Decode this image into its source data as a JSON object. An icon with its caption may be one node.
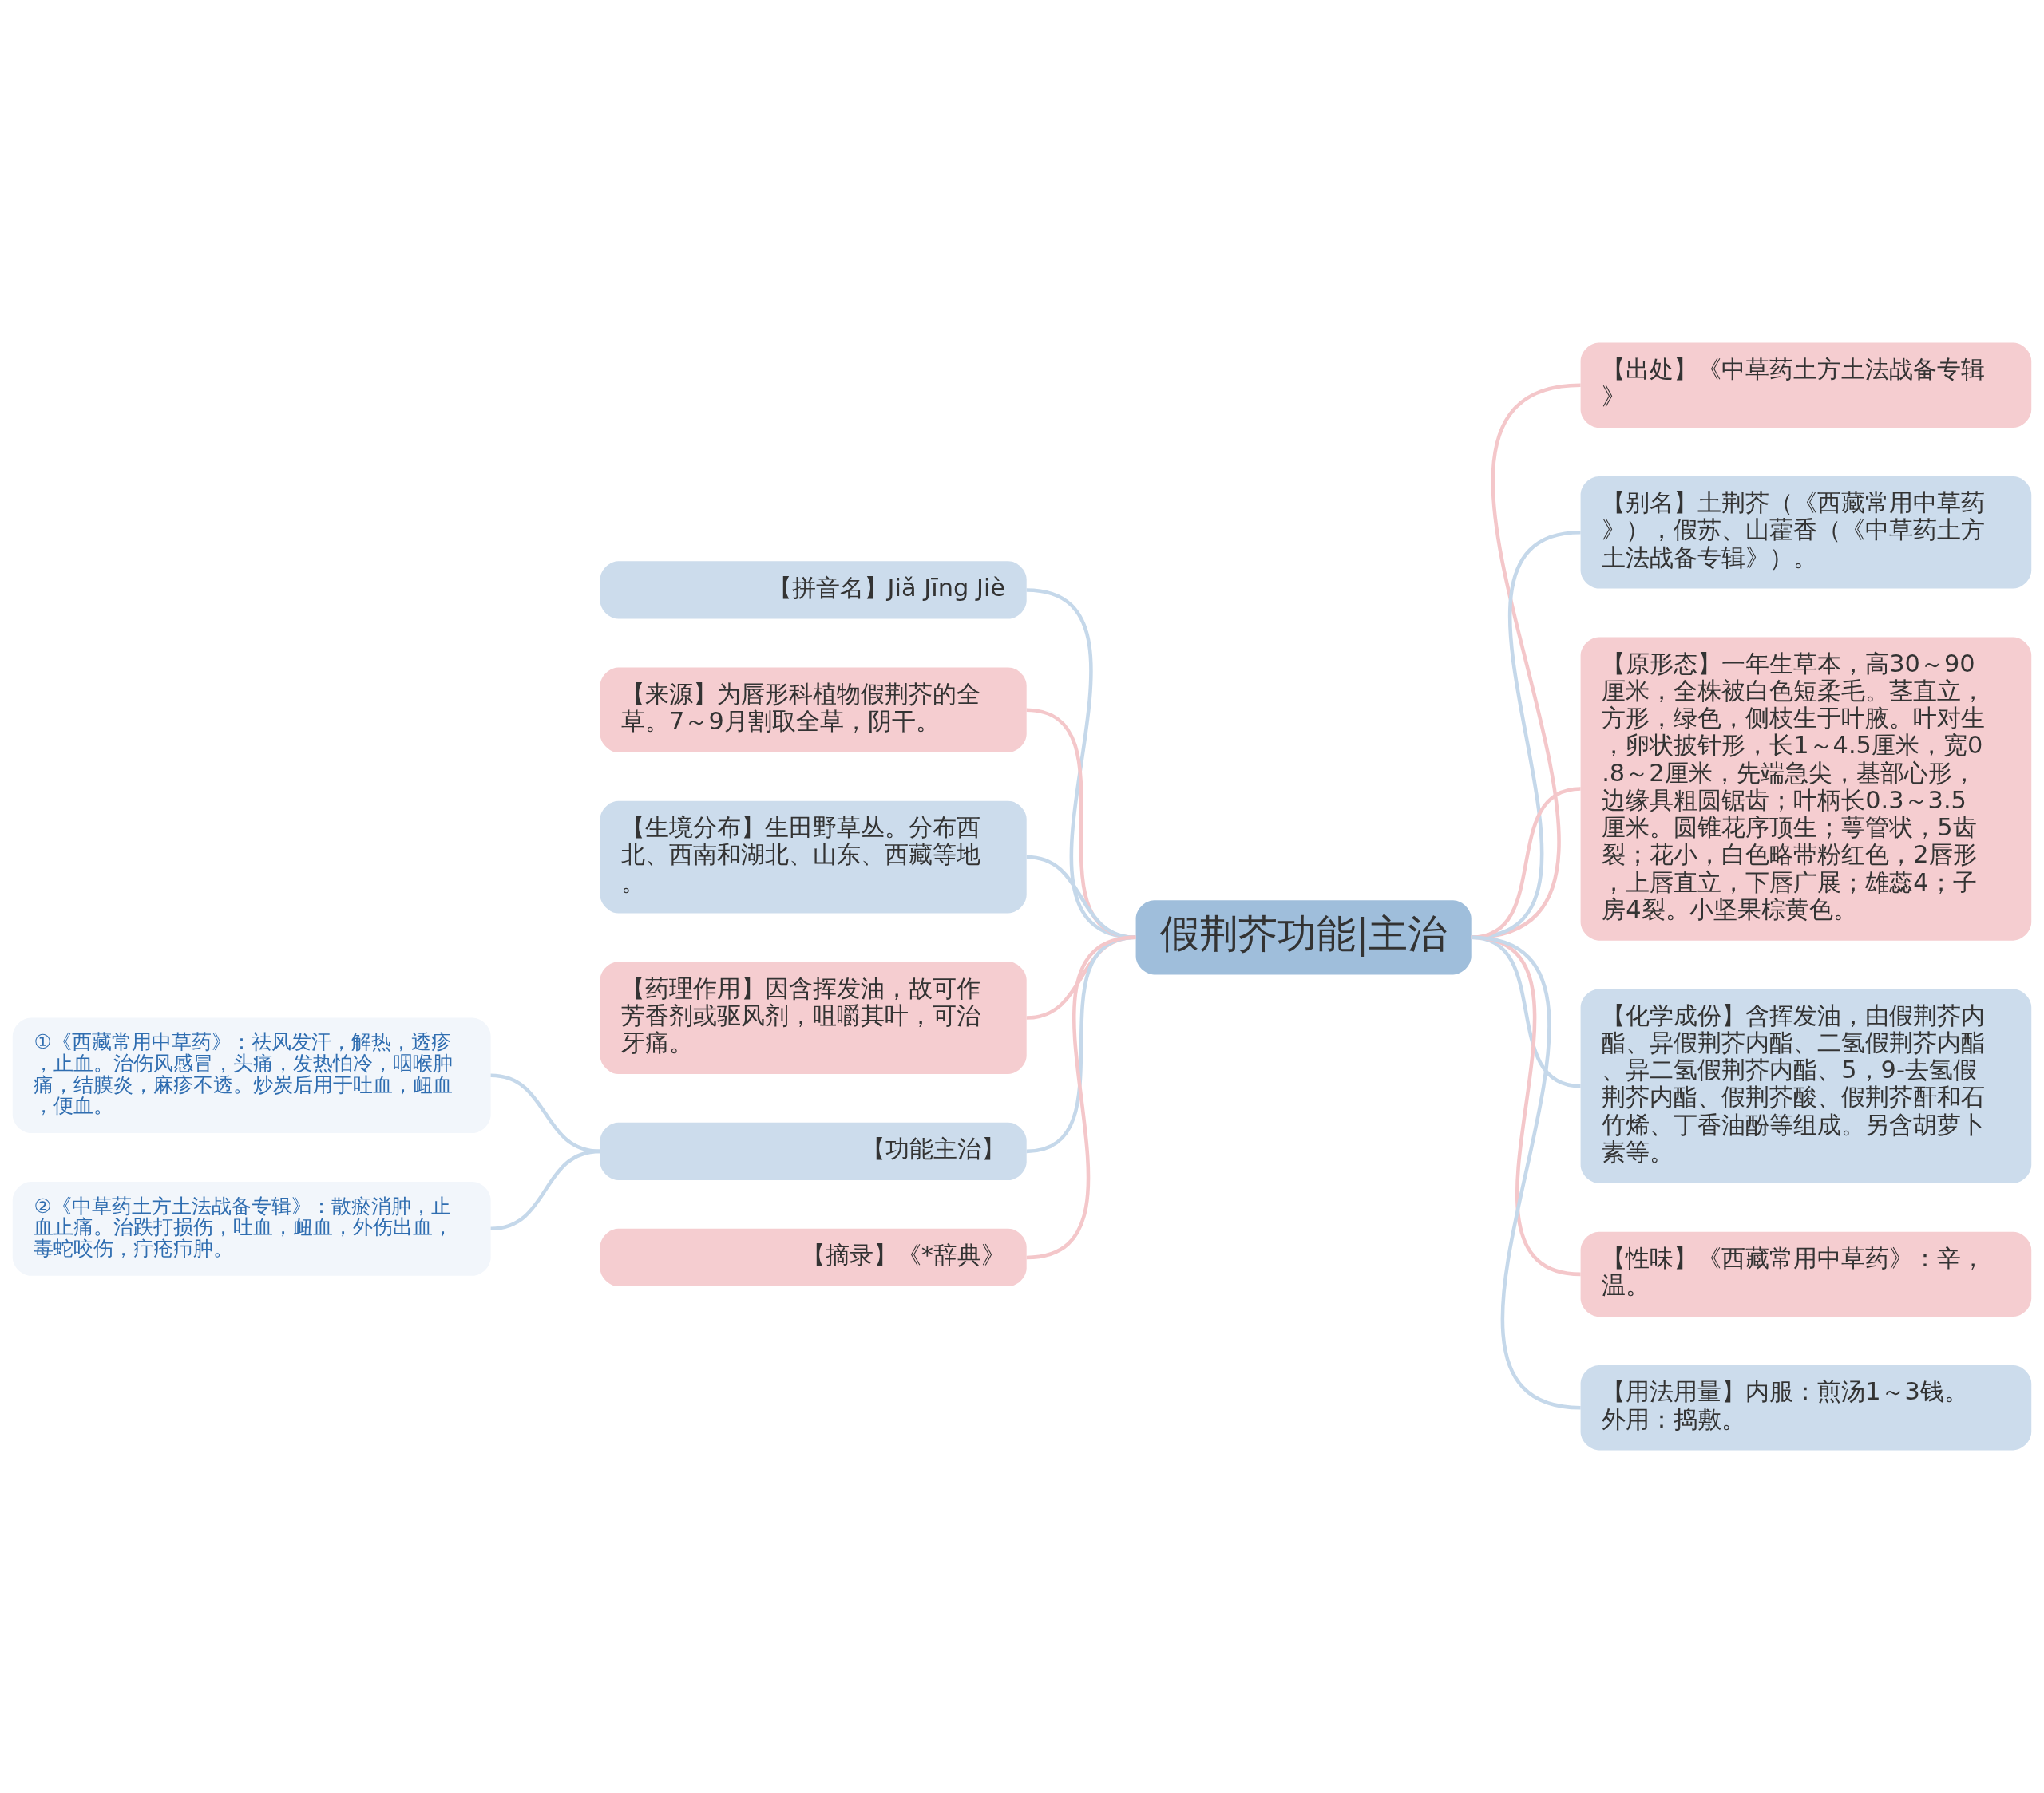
{
  "diagram": {
    "nodes": [
      {
        "text": [
          "假荆芥功能|主治"
        ]
      },
      {
        "text": [
          "【拼音名】Jiǎ Jīng Jiè"
        ]
      },
      {
        "text": [
          "【来源】为唇形科植物假荆芥的全草。7～9月割取全草，阴干。"
        ]
      },
      {
        "text": [
          "【生境分布】生田野草丛。分布西北、西南和湖北、山东、西藏等地。"
        ]
      },
      {
        "text": [
          "【药理作用】因含挥发油，故可作芳香剂或驱风剂，咀嚼其叶，可治牙痛。"
        ]
      },
      {
        "text": [
          "【功能主治】"
        ]
      },
      {
        "text": [
          "①《西藏常用中草药》：祛风发汗，解热，透疹，止血。治伤风感冒，头痛，发热怕冷，咽喉肿痛，结膜炎，麻疹不透。炒炭后用于吐血，衄血，便血。"
        ]
      },
      {
        "text": [
          "②《中草药土方土法战备专辑》：散瘀消肿，止血止痛。治跌打损伤，吐血，衄血，外伤出血，毒蛇咬伤，疔疮疖肿。"
        ]
      },
      {
        "text": [
          "【摘录】《*辞典》"
        ]
      },
      {
        "text": [
          "【出处】《中草药土方土法战备专辑》"
        ]
      },
      {
        "text": [
          "【别名】土荆芥（《西藏常用中草药》），假苏、山藿香（《中草药土方土法战备专辑》）。"
        ]
      },
      {
        "text": [
          "【原形态】一年生草本，高30～90厘米，全株被白色短柔毛。茎直立，方形，绿色，侧枝生于叶腋。叶对生，卵状披针形，长1～4.5厘米，宽0.8～2厘米，先端急尖，基部心形，边缘具粗圆锯齿；叶柄长0.3～3.5厘米。圆锥花序顶生；萼管状，5齿裂；花小，白色略带粉红色，2唇形，上唇直立，下唇广展；雄蕊4；子房4裂。小坚果棕黄色。"
        ]
      },
      {
        "text": [
          "【化学成份】含挥发油，由假荆芥内酯、异假荆芥内酯、二氢假荆芥内酯、异二氢假荆芥内酯、5，9-去氢假荆芥内酯、假荆芥酸、假荆芥酐和石竹烯、丁香油酚等组成。另含胡萝卜素等。"
        ]
      },
      {
        "text": [
          "【性味】《西藏常用中草药》：辛，温。"
        ]
      },
      {
        "text": [
          "【用法用量】内服：煎汤1～3钱。外用：捣敷。"
        ]
      }
    ],
    "edges": [
      {
        "from": 1,
        "to": 0,
        "arrow": "none"
      },
      {
        "from": 2,
        "to": 0,
        "arrow": "none",
        "color": "#f4c7ca"
      },
      {
        "from": 3,
        "to": 0,
        "arrow": "none"
      },
      {
        "from": 4,
        "to": 0,
        "arrow": "none",
        "color": "#f4c7ca"
      },
      {
        "from": 5,
        "to": 0,
        "arrow": "none"
      },
      {
        "from": 6,
        "to": 5,
        "arrow": "none"
      },
      {
        "from": 7,
        "to": 5,
        "arrow": "none"
      },
      {
        "from": 8,
        "to": 0,
        "arrow": "none",
        "color": "#f4c7ca"
      },
      {
        "from": 0,
        "to": 9,
        "arrow": "none",
        "color": "#f4c7ca"
      },
      {
        "from": 0,
        "to": 10,
        "arrow": "none"
      },
      {
        "from": 0,
        "to": 11,
        "arrow": "none",
        "color": "#f4c7ca"
      },
      {
        "from": 0,
        "to": 12,
        "arrow": "none"
      },
      {
        "from": 0,
        "to": 13,
        "arrow": "none",
        "color": "#f4c7ca"
      },
      {
        "from": 0,
        "to": 14,
        "arrow": "none"
      }
    ]
  }
}
